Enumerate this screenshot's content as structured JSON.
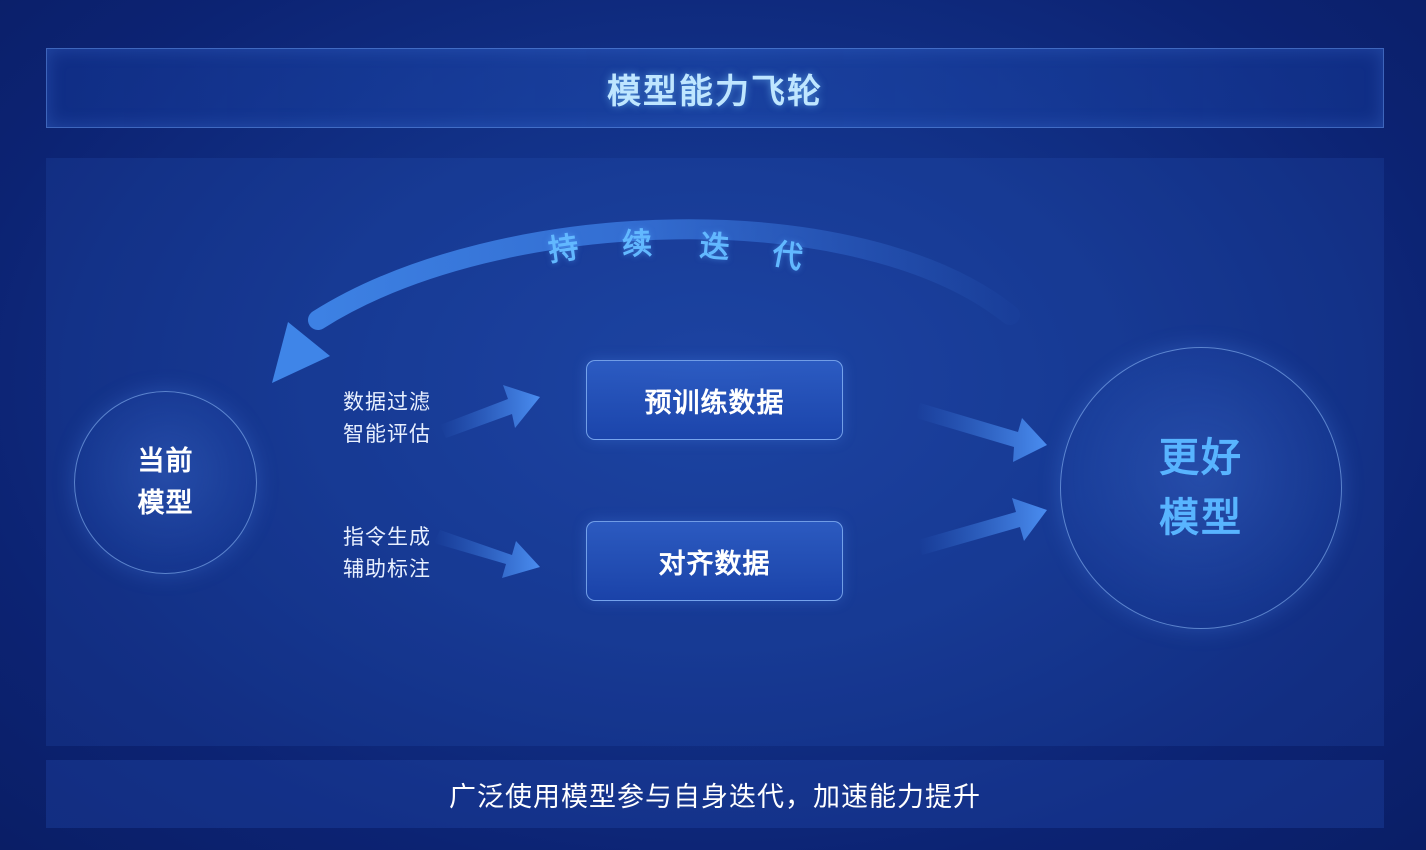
{
  "title": "模型能力飞轮",
  "iteration_label": [
    "持",
    "续",
    "迭",
    "代"
  ],
  "current_model": {
    "line1": "当前",
    "line2": "模型"
  },
  "better_model": {
    "line1": "更好",
    "line2": "模型"
  },
  "pretrain": {
    "label": "预训练数据",
    "method_line1": "数据过滤",
    "method_line2": "智能评估"
  },
  "alignment": {
    "label": "对齐数据",
    "method_line1": "指令生成",
    "method_line2": "辅助标注"
  },
  "footer": "广泛使用模型参与自身迭代，加速能力提升",
  "colors": {
    "background": "#0c2373",
    "accent_blue": "#58b4ff",
    "title_text": "#bfe6ff",
    "arrow": "#3f7fe0"
  }
}
